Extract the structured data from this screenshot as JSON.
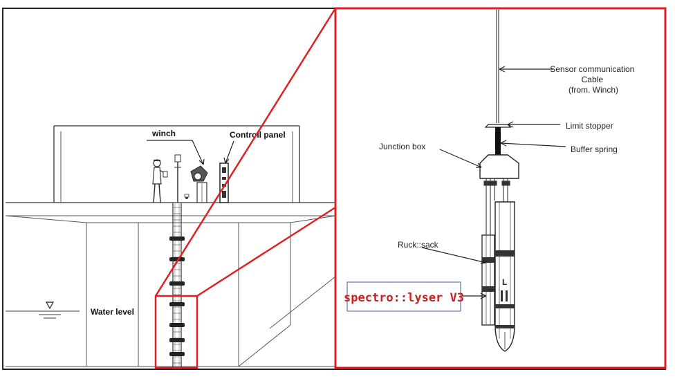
{
  "left_panel": {
    "winch_label": "winch",
    "control_panel_label": "Controll panel",
    "water_level_label": "Water level"
  },
  "right_panel": {
    "sensor_cable_label": [
      "Sensor communication",
      "Cable",
      "(from. Winch)"
    ],
    "limit_stopper_label": "Limit stopper",
    "buffer_spring_label": "Buffer spring",
    "junction_box_label": "Junction box",
    "rucksack_label": "Ruck::sack",
    "device_label": "spectro::lyser V3"
  },
  "colors": {
    "highlight_red": "#e02020",
    "device_label_red": "#cc1f1f",
    "device_box_blue": "#6a7fb4",
    "line": "#333333"
  }
}
